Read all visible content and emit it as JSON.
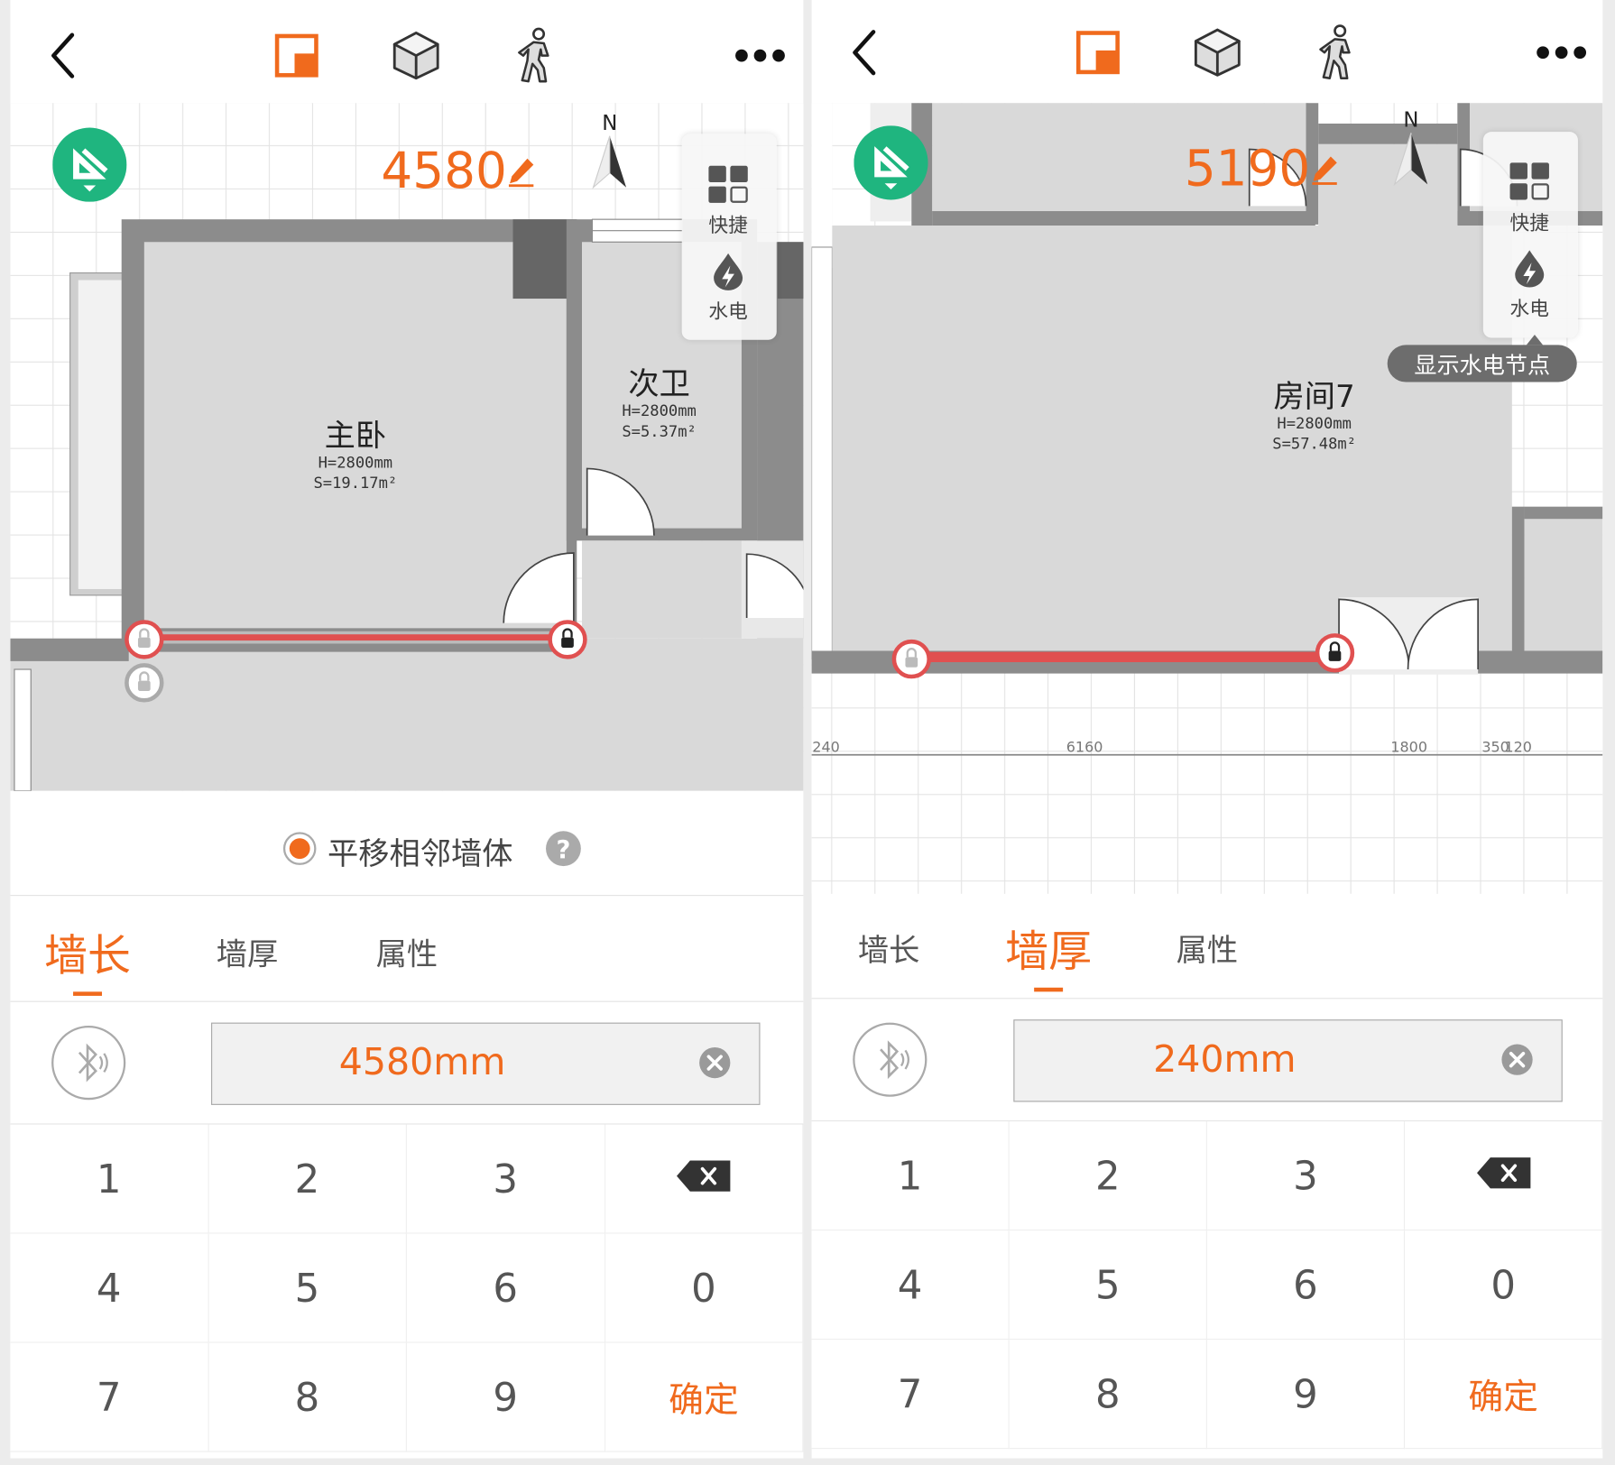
{
  "colors": {
    "accent": "#f06a1d",
    "badge_green": "#1fb57f",
    "selected_wall": "#e05050",
    "tooltip_bg": "#6d6d6d"
  },
  "toolbar_icons": [
    "back-icon",
    "floorplan-2d-icon",
    "cube-3d-icon",
    "walkthrough-icon",
    "more-icon"
  ],
  "keypad": {
    "keys": [
      "1",
      "2",
      "3",
      "backspace",
      "4",
      "5",
      "6",
      "0",
      "7",
      "8",
      "9",
      "确定"
    ]
  },
  "panels": [
    {
      "map": {
        "length_label": "4580",
        "compass": "N",
        "side_panel": {
          "quick": "快捷",
          "utility": "水电"
        },
        "rooms": [
          {
            "name": "主卧",
            "height": "H=2800mm",
            "area": "S=19.17m²"
          },
          {
            "name": "次卫",
            "height": "H=2800mm",
            "area": "S=5.37m²"
          }
        ]
      },
      "option": {
        "label": "平移相邻墙体",
        "selected": true
      },
      "tabs": [
        {
          "label": "墙长",
          "active": true
        },
        {
          "label": "墙厚",
          "active": false
        },
        {
          "label": "属性",
          "active": false
        }
      ],
      "input": {
        "value": "4580mm"
      }
    },
    {
      "map": {
        "length_label": "5190",
        "compass": "N",
        "side_panel": {
          "quick": "快捷",
          "utility": "水电"
        },
        "tooltip": "显示水电节点",
        "rooms": [
          {
            "name": "房间7",
            "height": "H=2800mm",
            "area": "S=57.48m²"
          }
        ],
        "dimensions": [
          "240",
          "6160",
          "1800",
          "350",
          "120"
        ]
      },
      "tabs": [
        {
          "label": "墙长",
          "active": false
        },
        {
          "label": "墙厚",
          "active": true
        },
        {
          "label": "属性",
          "active": false
        }
      ],
      "input": {
        "value": "240mm"
      }
    }
  ]
}
